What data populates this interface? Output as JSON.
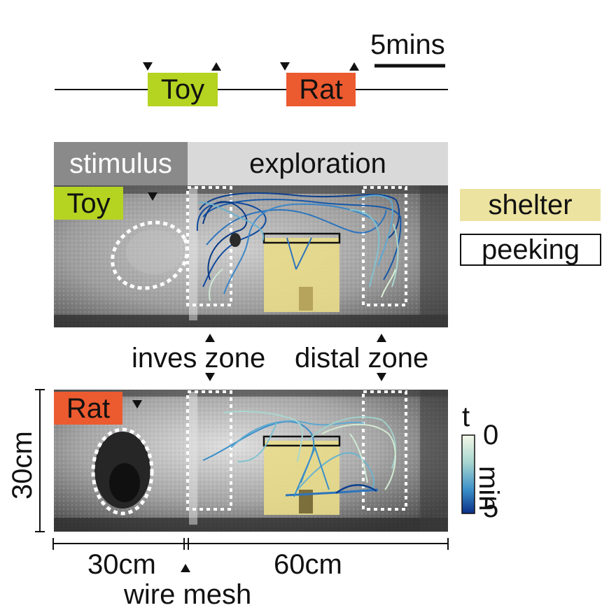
{
  "timeline": {
    "scale_label": "5mins",
    "toy_label": "Toy",
    "rat_label": "Rat"
  },
  "header": {
    "stimulus_label": "stimulus",
    "exploration_label": "exploration"
  },
  "legend": {
    "shelter_label": "shelter",
    "peeking_label": "peeking"
  },
  "panels": {
    "top_label": "Toy",
    "bottom_label": "Rat"
  },
  "zones": {
    "inves_label": "inves zone",
    "distal_label": "distal zone"
  },
  "colorbar": {
    "title": "t",
    "min_value": "0",
    "max_value": "5",
    "unit": "min"
  },
  "dimensions": {
    "height_label": "30cm",
    "stimulus_width_label": "30cm",
    "exploration_width_label": "60cm",
    "wire_mesh_label": "wire mesh"
  },
  "colors": {
    "toy": "#b5d321",
    "rat": "#ec5a30",
    "shelter": "#ece3a0",
    "stimulus_header": "#8a8a8a",
    "exploration_header": "#d9d9d9",
    "track_dark": "#0b3f8e",
    "track_light": "#e8f2d8"
  }
}
